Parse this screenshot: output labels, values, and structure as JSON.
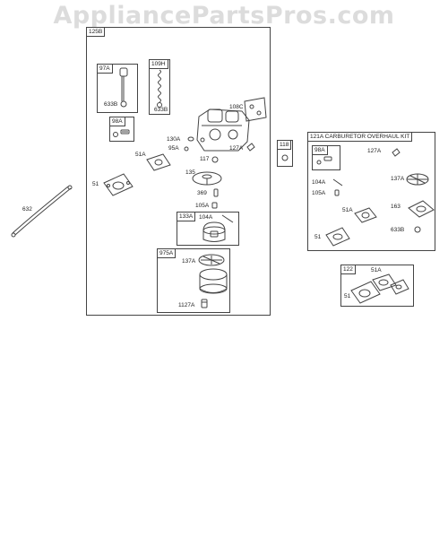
{
  "site": {
    "watermark": "AppliancePartsPros.com"
  },
  "main_assembly": {
    "tag": "125B",
    "labels": {
      "p97A": "97A",
      "p633B_a": "633B",
      "p109H": "109H",
      "p633B_b": "633B",
      "p98A": "98A",
      "p108C": "108C",
      "p130A": "130A",
      "p95A": "95A",
      "p117": "117",
      "p127A": "127A",
      "p51A": "51A",
      "p51": "51",
      "p135": "135",
      "p369": "369",
      "p105A": "105A",
      "p133A": "133A",
      "p104A": "104A",
      "p975A": "975A",
      "p137A": "137A",
      "p1127A": "1127A"
    }
  },
  "part_632": {
    "label": "632"
  },
  "part_118": {
    "label": "118"
  },
  "overhaul_kit": {
    "tag": "121A CARBURETOR OVERHAUL KIT",
    "labels": {
      "p98A": "98A",
      "p127A": "127A",
      "p104A": "104A",
      "p105A": "105A",
      "p137A": "137A",
      "p51A": "51A",
      "p163": "163",
      "p633B": "633B",
      "p51": "51"
    }
  },
  "gasket_kit": {
    "tag": "122",
    "labels": {
      "p51A": "51A",
      "p51": "51"
    }
  },
  "colors": {
    "line": "#444444",
    "watermark": "#dcdcdc"
  }
}
